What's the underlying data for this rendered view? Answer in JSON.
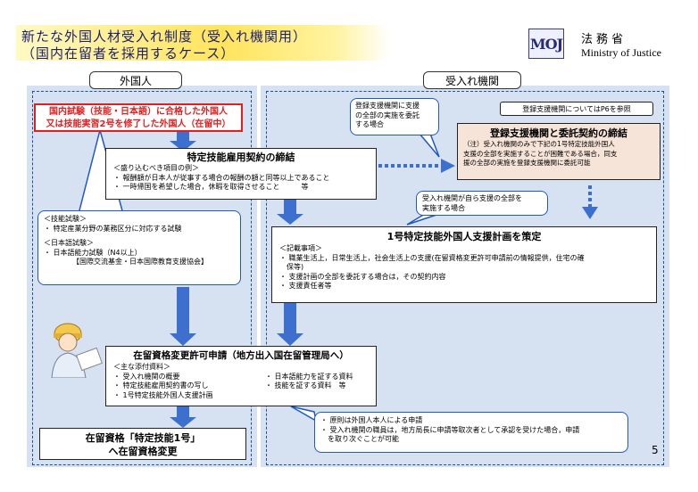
{
  "title": {
    "line1": "新たな外国人材受入れ制度（受入れ機関用）",
    "line2": "（国内在留者を採用するケース）"
  },
  "logo": {
    "mark": "MOJ",
    "name_jp": "法務省",
    "name_en": "Ministry of Justice"
  },
  "columns": {
    "left": "外国人",
    "right": "受入れ機関"
  },
  "exam_box": {
    "line1": "国内試験（技能・日本語）に合格した外国人",
    "line2": "又は技能実習2号を修了した外国人（在留中）"
  },
  "callout_exams": {
    "skill_head": "＜技能試験＞",
    "skill_item": "・ 特定産業分野の業務区分に対応する試験",
    "jp_head": "＜日本語試験＞",
    "jp_item": "・ 日本語能力試験（N4以上）",
    "jp_org": "【国際交流基金・日本国際教育支援協会】"
  },
  "contract": {
    "title": "特定技能雇用契約の締結",
    "sub": "＜盛り込むべき項目の例＞",
    "item1": "・ 報酬額が日本人が従事する場合の報酬の額と同等以上であること",
    "item2": "・ 一時帰国を希望した場合，休暇を取得させること　　　等"
  },
  "callout_delegate_all": {
    "line1": "登録支援機関に支援",
    "line2": "の全部の実施を委託",
    "line3": "する場合"
  },
  "ref_note": "登録支援機関についてはP6を参照",
  "registered": {
    "title": "登録支援機関と委託契約の締結",
    "line1": "（注）受入れ機関のみで下記の1号特定技能外国人",
    "line2": "支援の全部を実施することが困難である場合，同支",
    "line3": "援の全部の実施を登録支援機関に委託可能"
  },
  "callout_self": {
    "line1": "受入れ機関が自ら支援の全部を",
    "line2": "実施する場合"
  },
  "plan": {
    "title": "1号特定技能外国人支援計画を策定",
    "sub": "＜記載事項＞",
    "item1": "・ 職業生活上，日常生活上，社会生活上の支援(在留資格変更許可申請前の情報提供，住宅の確",
    "item1b": "　保等)",
    "item2": "・ 支援計画の全部を委託する場合は，その契約内容",
    "item3": "・ 支援責任者等"
  },
  "application": {
    "title": "在留資格変更許可申請（地方出入国在留管理局へ）",
    "sub": "＜主な添付資料＞",
    "left1": "・ 受入れ機関の概要",
    "left2": "・ 特定技能雇用契約書の写し",
    "left3": "・ 1号特定技能外国人支援計画",
    "right1": "・ 日本語能力を証する資料",
    "right2": "・ 技能を証する資料　等"
  },
  "result": {
    "line1": "在留資格「特定技能1号」",
    "line2": "へ在留資格変更"
  },
  "callout_apply": {
    "line1": "・ 原則は外国人本人による申請",
    "line2": "・ 受入れ機関の職員は，地方局長に申請等取次者として承認を受けた場合，申請",
    "line3": "　を取り次ぐことが可能"
  },
  "page_number": "5",
  "icons": {
    "worker": "worker-with-helmet-illustration"
  },
  "colors": {
    "arrow": "#3d6fcf",
    "frame": "#1f4e99",
    "panel": "#d6e2f2",
    "red": "#e02020",
    "callout": "#1f57c3"
  }
}
